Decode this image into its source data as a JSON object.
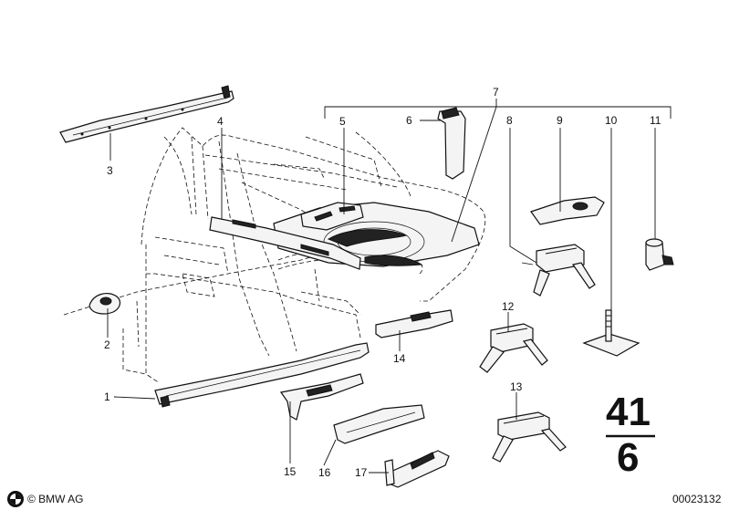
{
  "diagram": {
    "callouts": [
      {
        "id": "1",
        "text": "1"
      },
      {
        "id": "2",
        "text": "2"
      },
      {
        "id": "3",
        "text": "3"
      },
      {
        "id": "4",
        "text": "4"
      },
      {
        "id": "5",
        "text": "5"
      },
      {
        "id": "6",
        "text": "6"
      },
      {
        "id": "7",
        "text": "7"
      },
      {
        "id": "8",
        "text": "8"
      },
      {
        "id": "9",
        "text": "9"
      },
      {
        "id": "10",
        "text": "10"
      },
      {
        "id": "11",
        "text": "11"
      },
      {
        "id": "12",
        "text": "12"
      },
      {
        "id": "13",
        "text": "13"
      },
      {
        "id": "14",
        "text": "14"
      },
      {
        "id": "15",
        "text": "15"
      },
      {
        "id": "16",
        "text": "16"
      },
      {
        "id": "17",
        "text": "17"
      }
    ],
    "group_main": "41",
    "group_sub": "6"
  },
  "footer": {
    "copyright": "© BMW AG",
    "image_number": "00023132"
  },
  "icons": {
    "logo": "bmw-roundel-icon"
  }
}
